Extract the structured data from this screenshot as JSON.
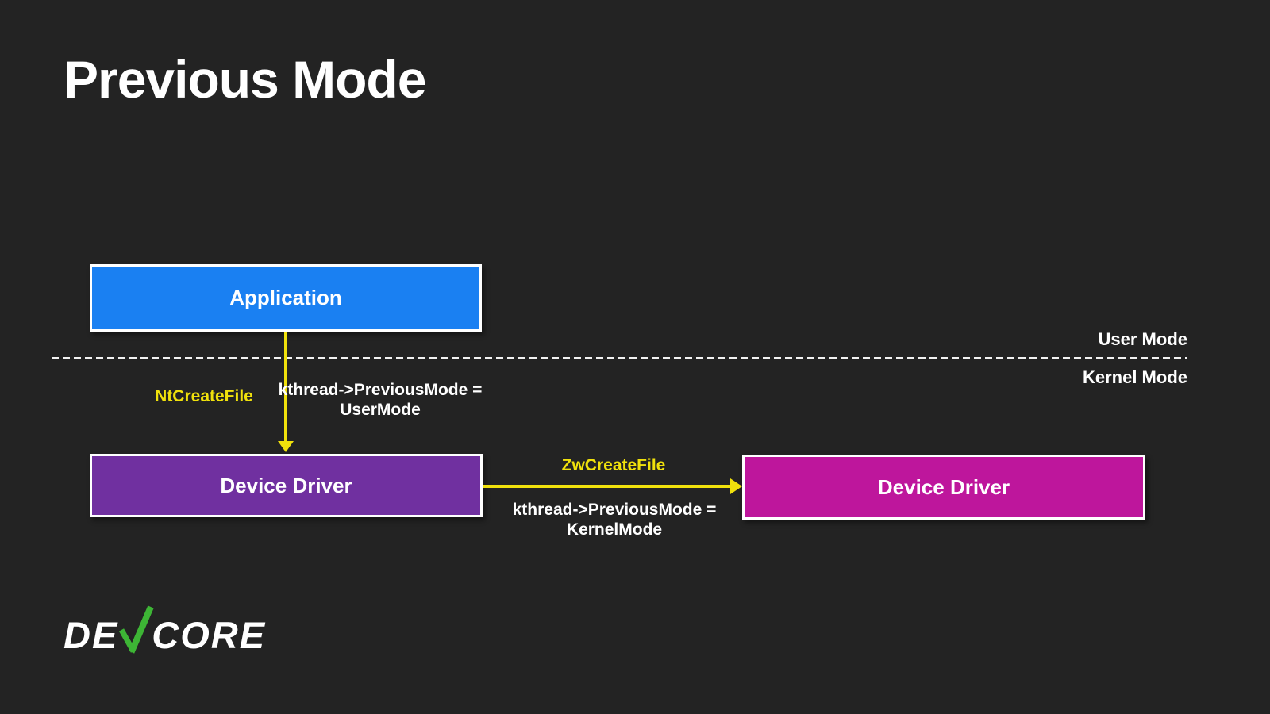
{
  "title": "Previous Mode",
  "diagram": {
    "application_label": "Application",
    "driver_left_label": "Device Driver",
    "driver_right_label": "Device Driver",
    "user_mode_label": "User Mode",
    "kernel_mode_label": "Kernel Mode",
    "nt_call_label": "NtCreateFile",
    "nt_effect_line1": "kthread->PreviousMode =",
    "nt_effect_line2": "UserMode",
    "zw_call_label": "ZwCreateFile",
    "zw_effect_line1": "kthread->PreviousMode =",
    "zw_effect_line2": "KernelMode"
  },
  "logo": {
    "prefix": "DE",
    "suffix": "CORE",
    "check_icon": "green-check-v"
  },
  "colors": {
    "background": "#232323",
    "application_box": "#1A80F2",
    "driver_left_box": "#7030A0",
    "driver_right_box": "#BE169C",
    "arrow_yellow": "#F0E10C",
    "divider_white": "#F2F2F2",
    "logo_green": "#3DB535",
    "text_white": "#FFFFFF"
  }
}
